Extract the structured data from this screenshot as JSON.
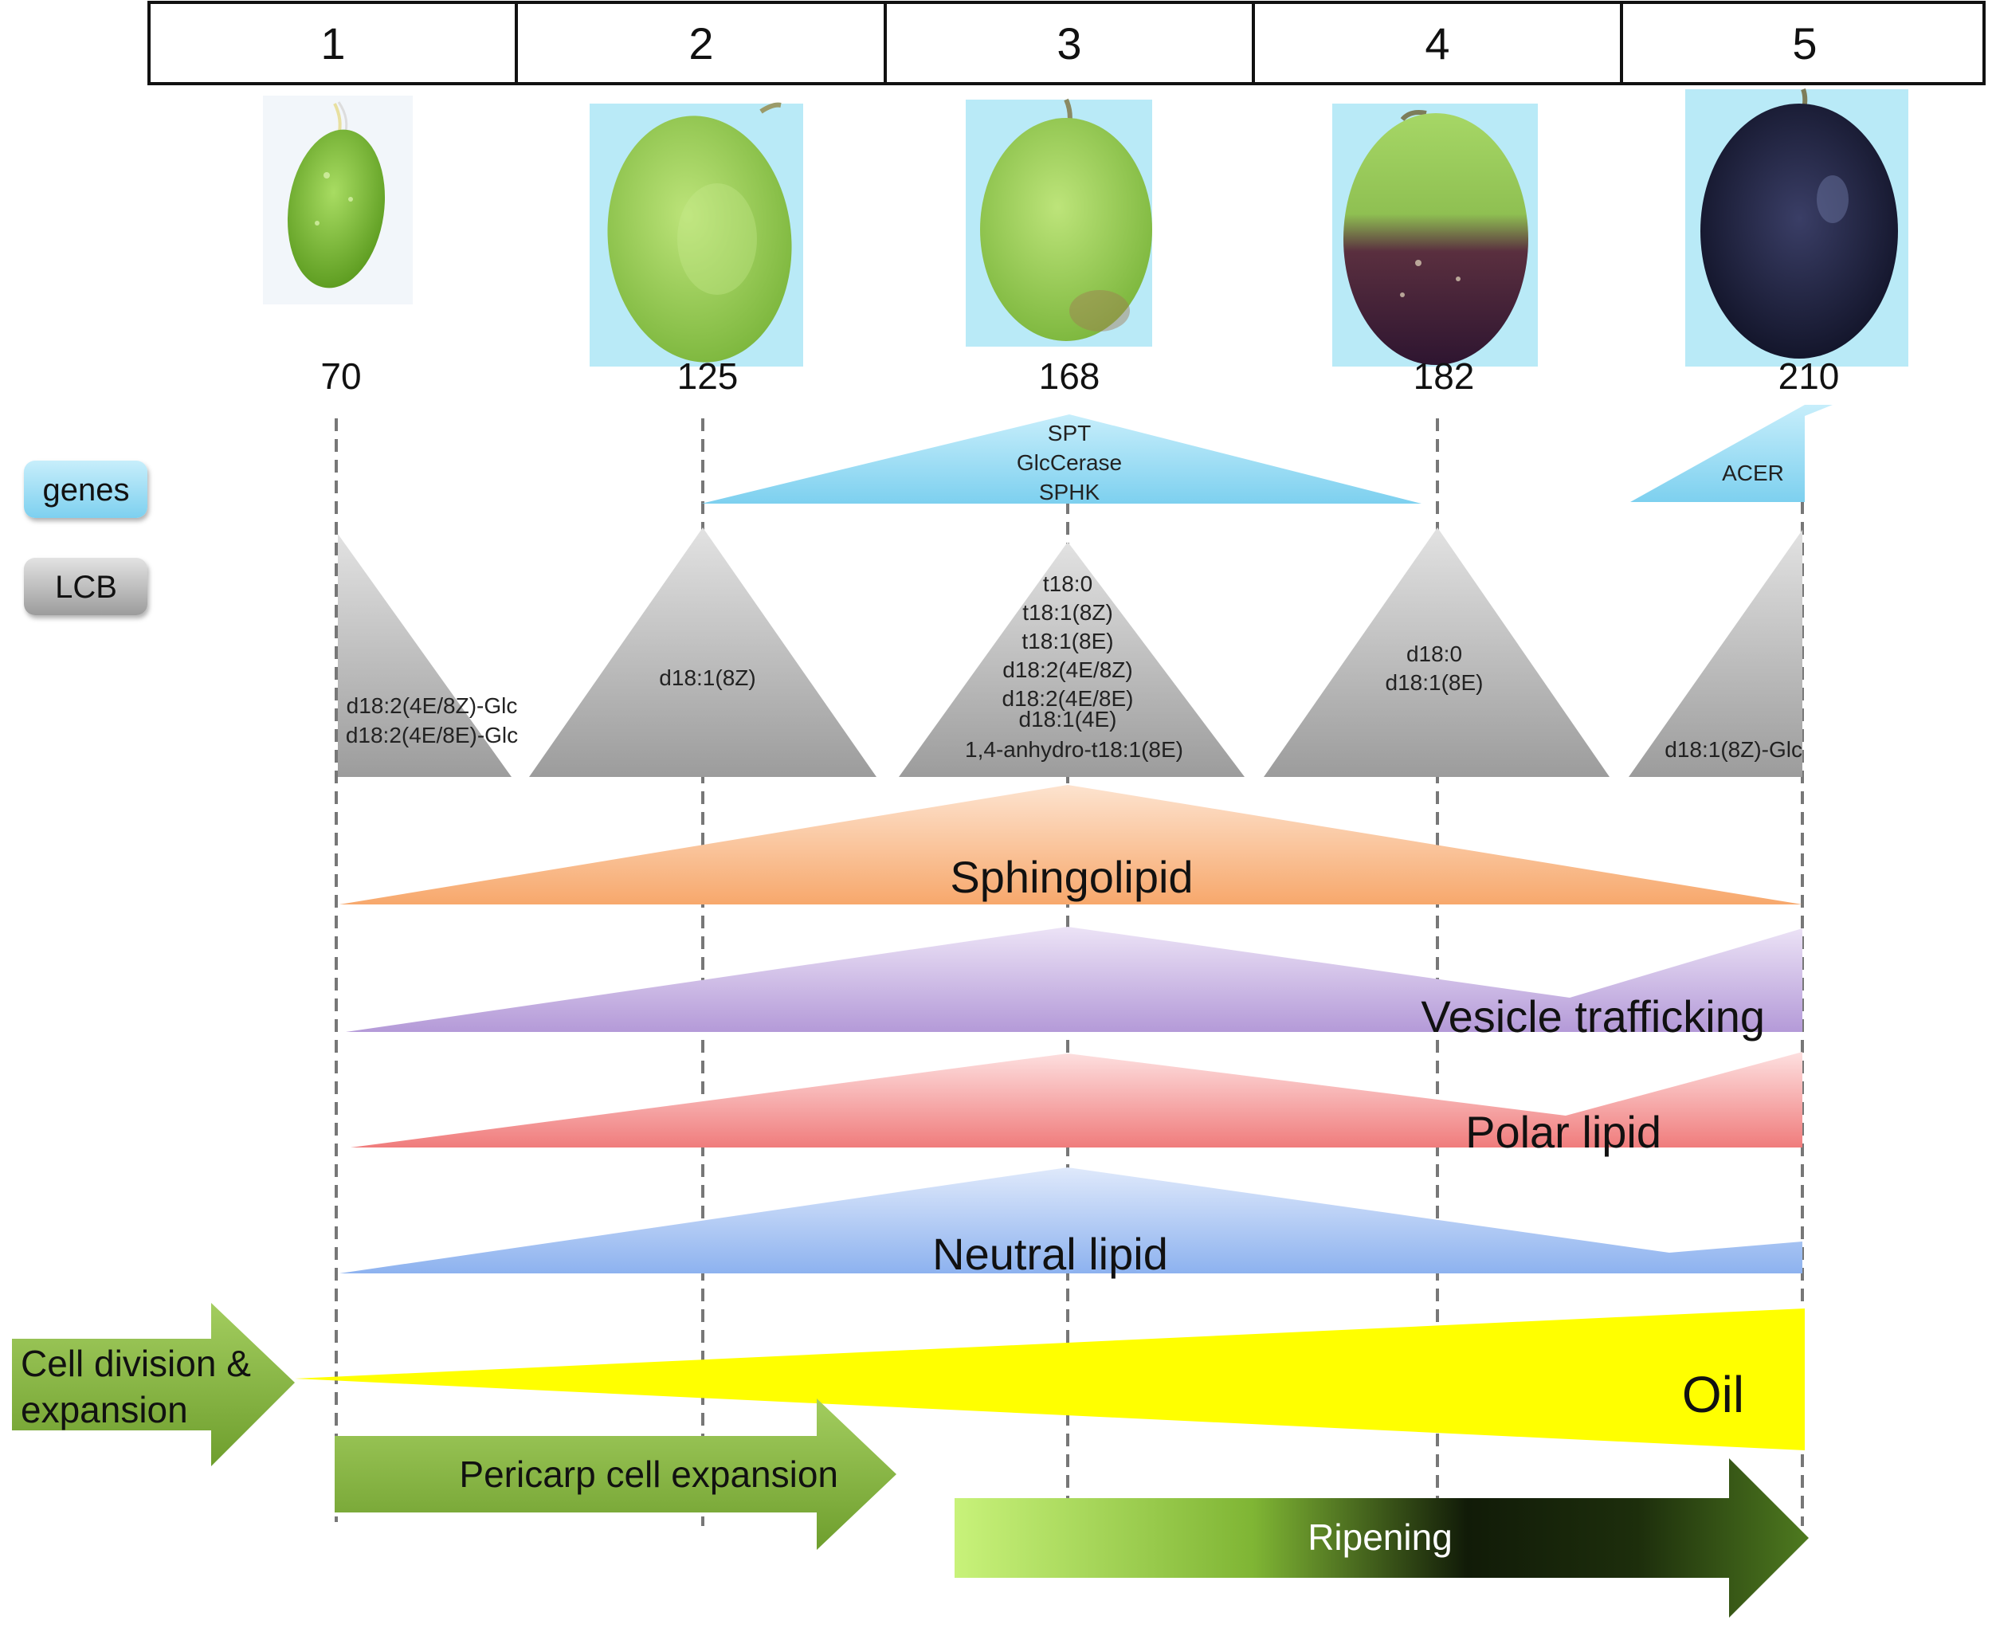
{
  "stages": [
    "1",
    "2",
    "3",
    "4",
    "5"
  ],
  "days": [
    "70",
    "125",
    "168",
    "182",
    "210"
  ],
  "legend": {
    "genes": "genes",
    "lcb": "LCB"
  },
  "genes": {
    "center": [
      "SPT",
      "GlcCerase",
      "SPHK"
    ],
    "right": "ACER"
  },
  "lcb": {
    "s1": [
      "d18:2(4E/8Z)-Glc",
      "d18:2(4E/8E)-Glc"
    ],
    "s2": [
      "d18:1(8Z)"
    ],
    "s3": [
      "t18:0",
      "t18:1(8Z)",
      "t18:1(8E)",
      "d18:2(4E/8Z)",
      "d18:2(4E/8E)",
      "d18:1(4E)",
      "1,4-anhydro-t18:1(8E)"
    ],
    "s4": [
      "d18:0",
      "d18:1(8E)"
    ],
    "s5": [
      "d18:1(8Z)-Glc"
    ]
  },
  "bands": {
    "sphingolipid": "Sphingolipid",
    "vesicle": "Vesicle trafficking",
    "polar": "Polar lipid",
    "neutral": "Neutral lipid",
    "oil": "Oil"
  },
  "arrows": {
    "cell_division": [
      "Cell division &",
      "expansion"
    ],
    "pericarp": "Pericarp cell expansion",
    "ripening": "Ripening"
  },
  "colors": {
    "genes": "#8fd8f2",
    "lcb": "#a6a6a6",
    "sphingolipid": "#f9b27a",
    "vesicle": "#c3a9e0",
    "polar": "#f48a8a",
    "neutral": "#9fc0f2",
    "oil": "#ffff00",
    "green_arrow": "#8cbc45"
  }
}
